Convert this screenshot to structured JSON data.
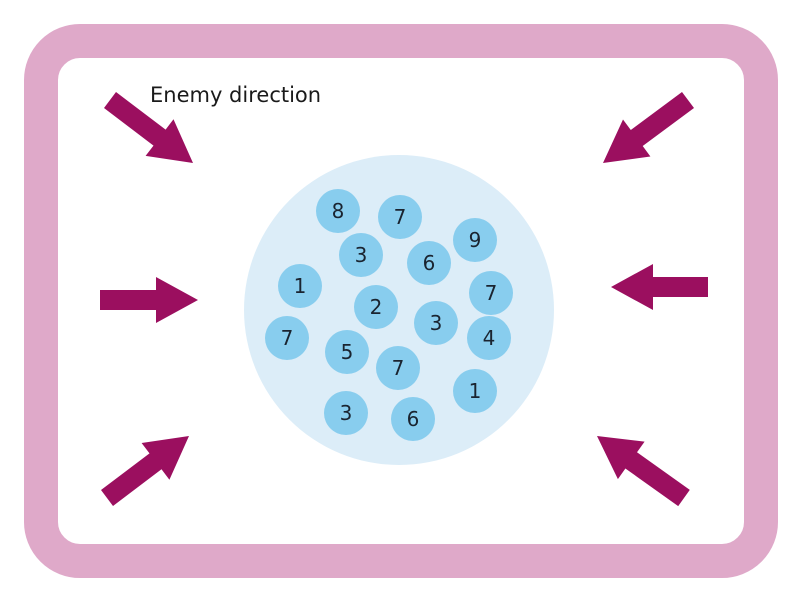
{
  "label": "Enemy direction",
  "colors": {
    "frame": "#dfa9c9",
    "arrow": "#9b0f5f",
    "area": "#dcedf8",
    "unit": "#88cdee"
  },
  "units": [
    {
      "value": "8"
    },
    {
      "value": "7"
    },
    {
      "value": "3"
    },
    {
      "value": "6"
    },
    {
      "value": "9"
    },
    {
      "value": "1"
    },
    {
      "value": "2"
    },
    {
      "value": "7"
    },
    {
      "value": "3"
    },
    {
      "value": "7"
    },
    {
      "value": "4"
    },
    {
      "value": "5"
    },
    {
      "value": "7"
    },
    {
      "value": "1"
    },
    {
      "value": "3"
    },
    {
      "value": "6"
    }
  ],
  "arrows": [
    {
      "name": "arrow-top-left"
    },
    {
      "name": "arrow-top-right"
    },
    {
      "name": "arrow-middle-left"
    },
    {
      "name": "arrow-middle-right"
    },
    {
      "name": "arrow-bottom-left"
    },
    {
      "name": "arrow-bottom-right"
    }
  ]
}
